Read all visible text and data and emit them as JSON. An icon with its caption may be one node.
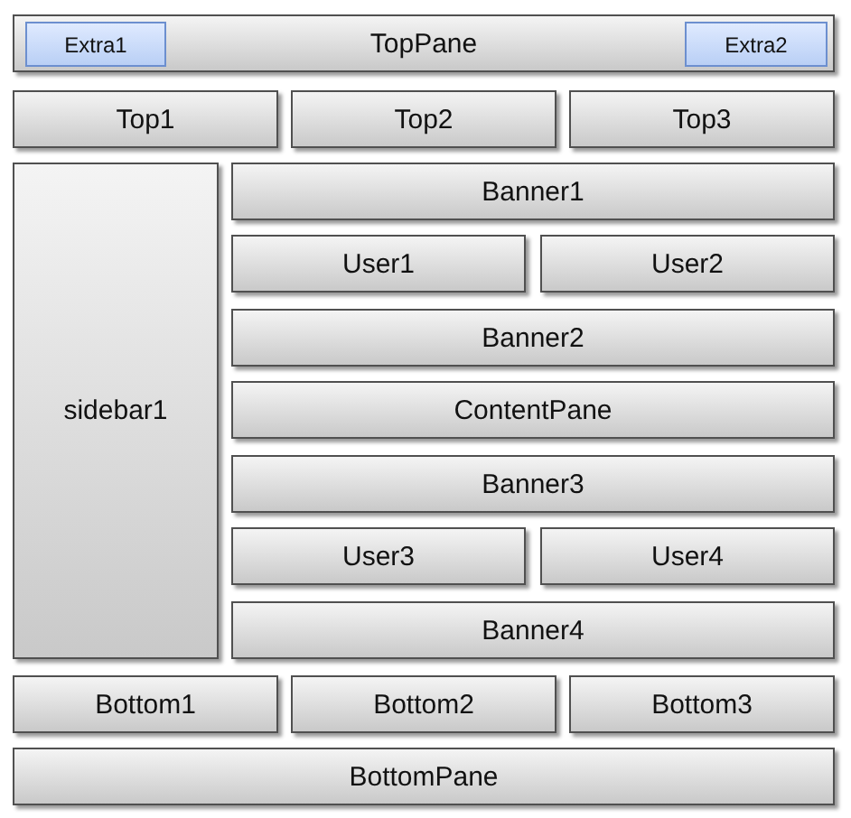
{
  "diagram": {
    "nodes": [
      {
        "text": [
          "TopPane"
        ]
      },
      {
        "text": [
          "Extra1"
        ],
        "in": 0
      },
      {
        "text": [
          "Extra2"
        ],
        "in": 0
      },
      {
        "text": [
          "Top1"
        ]
      },
      {
        "text": [
          "Top2"
        ]
      },
      {
        "text": [
          "Top3"
        ]
      },
      {
        "text": [
          "sidebar1"
        ]
      },
      {
        "text": [
          "Banner1"
        ]
      },
      {
        "text": [
          "User1"
        ]
      },
      {
        "text": [
          "User2"
        ]
      },
      {
        "text": [
          "Banner2"
        ]
      },
      {
        "text": [
          "ContentPane"
        ]
      },
      {
        "text": [
          "Banner3"
        ]
      },
      {
        "text": [
          "User3"
        ]
      },
      {
        "text": [
          "User4"
        ]
      },
      {
        "text": [
          "Banner4"
        ]
      },
      {
        "text": [
          "Bottom1"
        ]
      },
      {
        "text": [
          "Bottom2"
        ]
      },
      {
        "text": [
          "Bottom3"
        ]
      },
      {
        "text": [
          "BottomPane"
        ]
      }
    ]
  }
}
